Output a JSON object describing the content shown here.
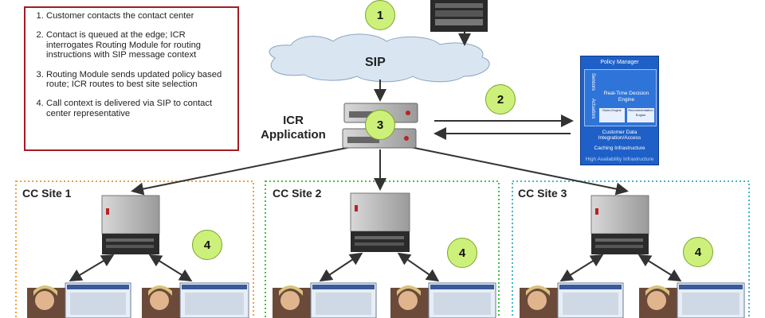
{
  "steps": [
    "Customer contacts the contact center",
    "Contact is queued at the edge; ICR interrogates Routing Module for routing instructions with SIP message context",
    "Routing Module sends updated policy based route; ICR routes to best site selection",
    "Call context is delivered via SIP  to contact center representative"
  ],
  "cloud_label": "SIP",
  "icr_label_line1": "ICR",
  "icr_label_line2": "Application",
  "circles": {
    "c1": "1",
    "c2": "2",
    "c3": "3",
    "c4": "4"
  },
  "sites": [
    {
      "name": "CC Site 1",
      "border_color": "#f0a040"
    },
    {
      "name": "CC Site 2",
      "border_color": "#40c040"
    },
    {
      "name": "CC Site 3",
      "border_color": "#40b8c8"
    }
  ],
  "policy_manager": {
    "title": "Policy Manager",
    "sensors": "Sensors",
    "actuators": "Actuators",
    "engine": "Real-Time Decision Engine",
    "rules": "Rules Engine",
    "recommendation": "Recommendation Engine",
    "customer_data": "Customer Data Integration/Access",
    "caching": "Caching Infrastructure",
    "ha": "High Availability Infrastructure"
  },
  "colors": {
    "steps_border": "#a51c24",
    "circle_fill": "#ccf07a",
    "cloud_fill": "#d9e6f2",
    "arrow": "#333333"
  }
}
